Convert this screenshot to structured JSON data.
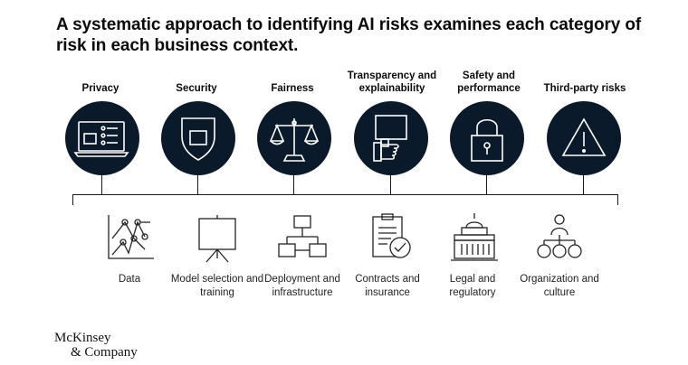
{
  "title": "A systematic approach to identifying AI risks examines each category of risk in each business context.",
  "risk_categories": [
    {
      "label": "Privacy",
      "icon": "laptop-checklist-icon"
    },
    {
      "label": "Security",
      "icon": "shield-icon"
    },
    {
      "label": "Fairness",
      "icon": "balance-scale-icon"
    },
    {
      "label": "Transparency and explainability",
      "icon": "hand-holding-sign-icon"
    },
    {
      "label": "Safety and performance",
      "icon": "padlock-icon"
    },
    {
      "label": "Third-party risks",
      "icon": "warning-triangle-icon"
    }
  ],
  "business_contexts": [
    {
      "label": "Data",
      "icon": "scatter-chart-icon"
    },
    {
      "label": "Model selection and training",
      "icon": "easel-icon"
    },
    {
      "label": "Deployment and infrastructure",
      "icon": "hierarchy-icon"
    },
    {
      "label": "Contracts and insurance",
      "icon": "document-check-icon"
    },
    {
      "label": "Legal and regulatory",
      "icon": "government-building-icon"
    },
    {
      "label": "Organization and culture",
      "icon": "org-chart-people-icon"
    }
  ],
  "logo": {
    "line1": "McKinsey",
    "line2": "& Company"
  },
  "colors": {
    "circle": "#0b1a2a",
    "line": "#1a1a1a",
    "text": "#0b0b0b"
  }
}
